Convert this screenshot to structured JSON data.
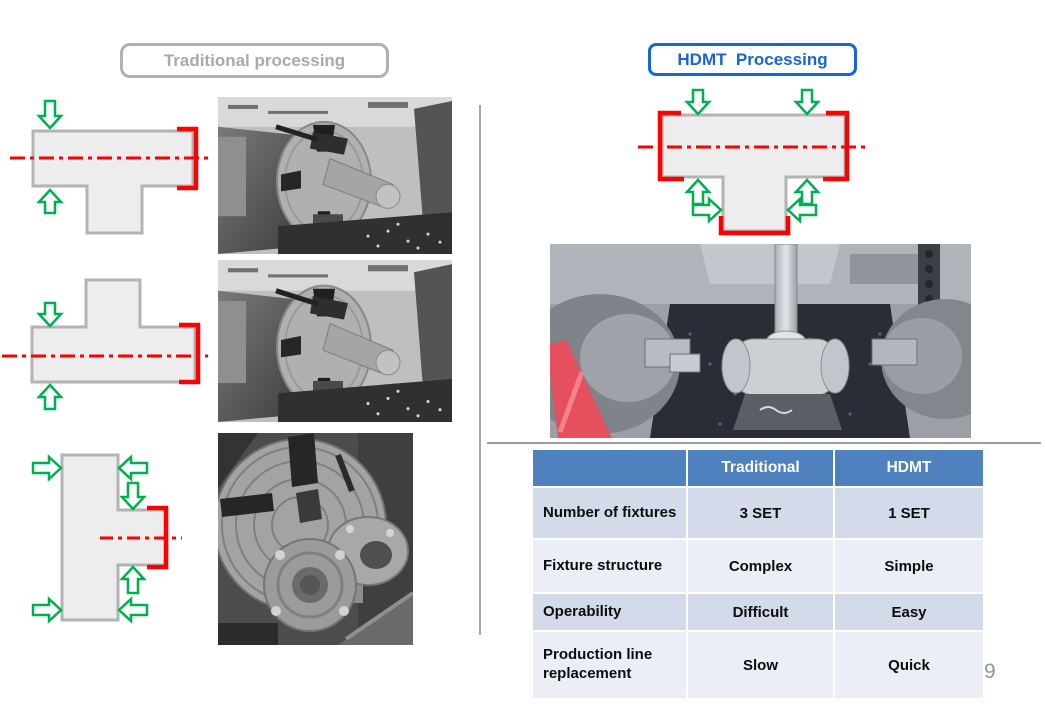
{
  "slide": {
    "page_number": "9"
  },
  "sections": {
    "traditional": {
      "title": "Traditional processing"
    },
    "hdmt": {
      "title": "HDMT  Processing"
    }
  },
  "table": {
    "headers": [
      "Traditional",
      "HDMT"
    ],
    "rows": [
      {
        "label": "Number of fixtures",
        "traditional": "3 SET",
        "hdmt": "1 SET"
      },
      {
        "label": "Fixture structure",
        "traditional": "Complex",
        "hdmt": "Simple"
      },
      {
        "label": "Operability",
        "traditional": "Difficult",
        "hdmt": "Easy"
      },
      {
        "label": "Production line replacement",
        "traditional": "Slow",
        "hdmt": "Quick"
      }
    ]
  },
  "colors": {
    "traditional_gray": "#a9a9a9",
    "hdmt_blue": "#1565dd",
    "clamp_arrow_green": "#00b050",
    "machining_mark_red": "#fe0000",
    "part_fill_gray": "#ededed",
    "table_header_blue": "#4e81bd",
    "table_band_dark": "#d3daea",
    "table_band_light": "#ebeef6"
  },
  "icons": {
    "clamp_arrow": "hollow green block arrow = clamping direction",
    "centerline": "red dash-dot line = machining axis",
    "machined_face_bracket": "thick red bracket = surface machined in this setup"
  }
}
